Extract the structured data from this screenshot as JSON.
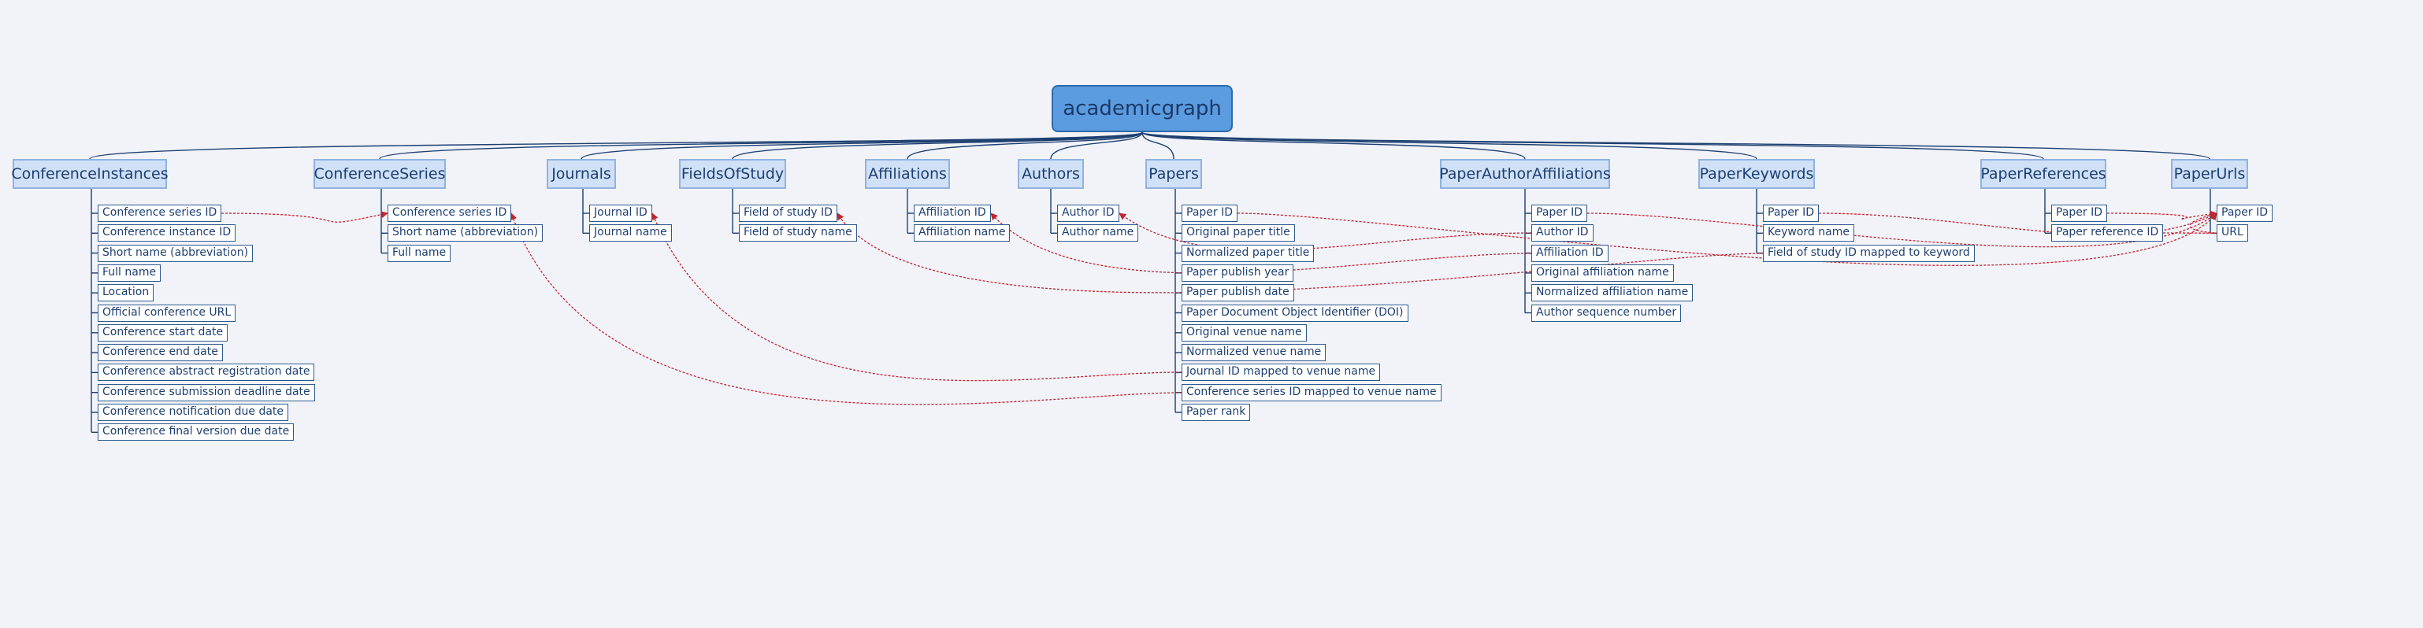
{
  "root": {
    "label": "academicgraph"
  },
  "tables": [
    {
      "id": "ConferenceInstances",
      "label": "ConferenceInstances",
      "fields": [
        "Conference series ID",
        "Conference instance ID",
        "Short name (abbreviation)",
        "Full name",
        "Location",
        "Official conference URL",
        "Conference start date",
        "Conference end date",
        "Conference abstract registration date",
        "Conference submission deadline date",
        "Conference notification due date",
        "Conference final version due date"
      ]
    },
    {
      "id": "ConferenceSeries",
      "label": "ConferenceSeries",
      "fields": [
        "Conference series ID",
        "Short name (abbreviation)",
        "Full name"
      ]
    },
    {
      "id": "Journals",
      "label": "Journals",
      "fields": [
        "Journal ID",
        "Journal name"
      ]
    },
    {
      "id": "FieldsOfStudy",
      "label": "FieldsOfStudy",
      "fields": [
        "Field of study ID",
        "Field of study name"
      ]
    },
    {
      "id": "Affiliations",
      "label": "Affiliations",
      "fields": [
        "Affiliation ID",
        "Affiliation name"
      ]
    },
    {
      "id": "Authors",
      "label": "Authors",
      "fields": [
        "Author ID",
        "Author name"
      ]
    },
    {
      "id": "Papers",
      "label": "Papers",
      "fields": [
        "Paper ID",
        "Original paper title",
        "Normalized paper title",
        "Paper publish year",
        "Paper publish date",
        "Paper Document Object Identifier (DOI)",
        "Original venue name",
        "Normalized venue name",
        "Journal ID mapped to venue name",
        "Conference series ID mapped to venue name",
        "Paper rank"
      ]
    },
    {
      "id": "PaperAuthorAffiliations",
      "label": "PaperAuthorAffiliations",
      "fields": [
        "Paper ID",
        "Author ID",
        "Affiliation ID",
        "Original affiliation name",
        "Normalized affiliation name",
        "Author sequence number"
      ]
    },
    {
      "id": "PaperKeywords",
      "label": "PaperKeywords",
      "fields": [
        "Paper ID",
        "Keyword name",
        "Field of study ID mapped to keyword"
      ]
    },
    {
      "id": "PaperReferences",
      "label": "PaperReferences",
      "fields": [
        "Paper ID",
        "Paper reference ID"
      ]
    },
    {
      "id": "PaperUrls",
      "label": "PaperUrls",
      "fields": [
        "Paper ID",
        "URL"
      ]
    }
  ],
  "relations": [
    {
      "from": [
        "ConferenceInstances",
        0
      ],
      "to": [
        "ConferenceSeries",
        0
      ]
    },
    {
      "from": [
        "Papers",
        9
      ],
      "to": [
        "ConferenceSeries",
        0
      ]
    },
    {
      "from": [
        "Papers",
        8
      ],
      "to": [
        "Journals",
        0
      ]
    },
    {
      "from": [
        "PaperKeywords",
        2
      ],
      "to": [
        "FieldsOfStudy",
        0
      ]
    },
    {
      "from": [
        "PaperAuthorAffiliations",
        2
      ],
      "to": [
        "Affiliations",
        0
      ]
    },
    {
      "from": [
        "PaperAuthorAffiliations",
        1
      ],
      "to": [
        "Authors",
        0
      ]
    },
    {
      "from": [
        "Papers",
        0
      ],
      "to": [
        "PaperUrls",
        0
      ]
    },
    {
      "from": [
        "PaperKeywords",
        0
      ],
      "to": [
        "PaperUrls",
        0
      ]
    },
    {
      "from": [
        "PaperReferences",
        0
      ],
      "to": [
        "PaperUrls",
        0
      ]
    },
    {
      "from": [
        "PaperReferences",
        1
      ],
      "to": [
        "PaperUrls",
        0
      ]
    },
    {
      "from": [
        "PaperAuthorAffiliations",
        0
      ],
      "to": [
        "PaperUrls",
        0
      ]
    }
  ],
  "colors": {
    "background": "#f1f3f9",
    "root_fill": "#5b9be0",
    "table_fill": "#cfe0f7",
    "field_border": "#2d5a8e",
    "tree_line": "#1d3f70",
    "relation_line": "#c0262e"
  }
}
